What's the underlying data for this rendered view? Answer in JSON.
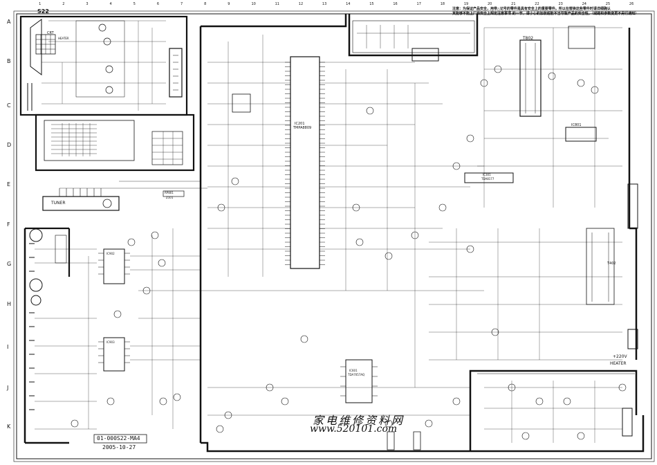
{
  "sheet": {
    "model_label": "S22",
    "row_letters": [
      "A",
      "B",
      "C",
      "D",
      "E",
      "F",
      "G",
      "H",
      "I",
      "J",
      "K"
    ],
    "column_numbers": [
      "1",
      "2",
      "3",
      "4",
      "5",
      "6",
      "7",
      "8",
      "9",
      "10",
      "11",
      "12",
      "13",
      "14",
      "15",
      "16",
      "17",
      "18",
      "19",
      "20",
      "21",
      "22",
      "23",
      "24",
      "25",
      "26"
    ]
  },
  "notes": {
    "line1": "注意：为保证产品安全，用带△记号的零件是具有安全上的重要零件。所以在替换这些零件时请详细确认",
    "line2": "其能够不能上厂商安全上规定注意事项  的一节，请小心的加装超能不当导致产品的安全性。（线路和参数变更不另行通知）"
  },
  "components": {
    "main_ic_name": "IC201",
    "main_ic_part": "TMPA8809",
    "flyback": "T802",
    "power_ic": "IC801",
    "audio_ic": "IC601",
    "audio_ic_part": "TDA7057AQ",
    "vert_ic": "IC301",
    "vert_ic_part": "TDA8177",
    "deflection_transformer": "T402",
    "tuner_label": "TUNER",
    "saw_label": "Z101",
    "crt_label": "CRT",
    "heater_label": "HEATER",
    "supply_label": "+220V",
    "ic_left_top": "IC902",
    "ic_left_bottom": "IC903",
    "rp_label": "RP801"
  },
  "footer": {
    "board_code": "01-000S22-MA4",
    "date": "2005-10-27",
    "watermark_cn": "家电维修资料网",
    "watermark_url": "www.520101.com"
  },
  "colors": {
    "line": "#111111",
    "background": "#ffffff"
  }
}
